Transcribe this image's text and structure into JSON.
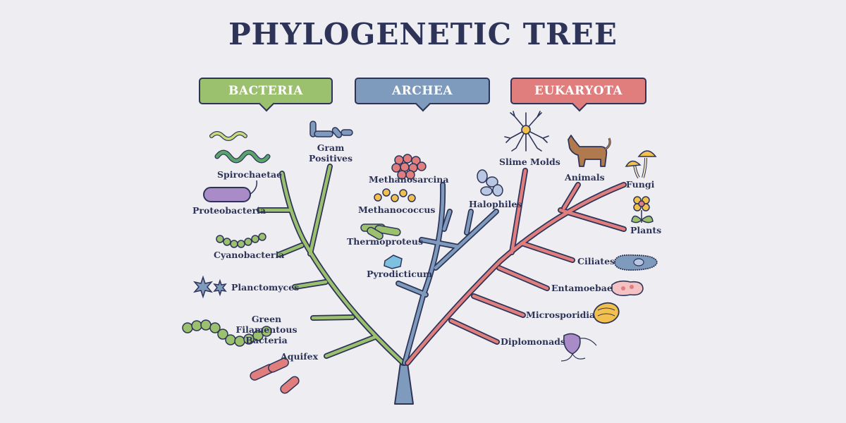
{
  "title": "PHYLOGENETIC TREE",
  "colors": {
    "bacteria": "#9bc06e",
    "archea": "#7e9bbd",
    "eukaryota": "#e07e7e",
    "ink": "#2e3458",
    "background": "#eeeef2"
  },
  "domains": {
    "bacteria": {
      "label": "BACTERIA"
    },
    "archea": {
      "label": "ARCHEA"
    },
    "eukaryota": {
      "label": "EUKARYOTA"
    }
  },
  "bacteria": {
    "spirochaetae": "Spirochaetae",
    "gram_positives": "Gram\nPositives",
    "proteobacteria": "Proteobacteria",
    "cyanobacteria": "Cyanobacteria",
    "planctomyces": "Planctomyces",
    "green_filamentous": "Green Filamentous\nBacteria",
    "aquifex": "Aquifex"
  },
  "archea": {
    "methanosarcina": "Methanosarcina",
    "methanococcus": "Methanococcus",
    "thermoproteus": "Thermoproteus",
    "pyrodicticum": "Pyrodicticum",
    "halophiles": "Halophiles"
  },
  "eukaryota": {
    "slime_molds": "Slime Molds",
    "animals": "Animals",
    "fungi": "Fungi",
    "plants": "Plants",
    "ciliates": "Ciliates",
    "entamoebae": "Entamoebae",
    "microsporidia": "Microsporidia",
    "diplomonads": "Diplomonads"
  }
}
